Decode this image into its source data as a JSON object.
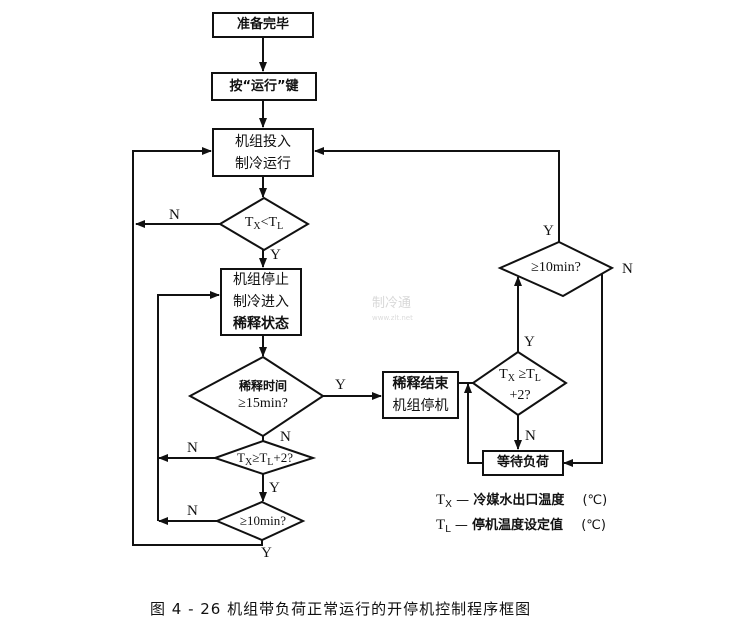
{
  "nodes": {
    "ready": "准备完毕",
    "press_run": "按“运行”键",
    "start_cooling": [
      "机组投入",
      "制冷运行"
    ],
    "stop_cooling_dilute": [
      "机组停止",
      "制冷进入",
      "稀释状态"
    ],
    "dilute_end_stop": [
      "稀释结束",
      "机组停机"
    ],
    "wait_load": "等待负荷"
  },
  "decisions": {
    "tx_lt_tl": {
      "t1": "T",
      "s1": "X",
      "op": "<",
      "t2": "T",
      "s2": "L"
    },
    "dilute_time": {
      "line1": "稀释时间",
      "line2": "≥15min?"
    },
    "tx_ge_tl2_left": {
      "t1": "T",
      "s1": "X",
      "op": "≥",
      "t2": "T",
      "s2": "L",
      "rest": "+2?"
    },
    "ge_10min_left": "≥10min?",
    "tx_ge_tl2_right": {
      "t1": "T",
      "s1": "X",
      "op": " ≥",
      "t2": "T",
      "s2": "L",
      "rest": "+2?"
    },
    "ge_10min_right": "≥10min?"
  },
  "branch_labels": {
    "yes": "Y",
    "no": "N"
  },
  "legend": [
    {
      "symbol": "T",
      "sub": "X",
      "dash": "—",
      "description": "冷媒水出口温度",
      "unit": "(℃)"
    },
    {
      "symbol": "T",
      "sub": "L",
      "dash": "—",
      "description": "停机温度设定值",
      "unit": "(℃)"
    }
  ],
  "caption": "图 4 - 26   机组带负荷正常运行的开停机控制程序框图",
  "watermark": {
    "text": "制冷通",
    "url": "www.zlt.net"
  }
}
